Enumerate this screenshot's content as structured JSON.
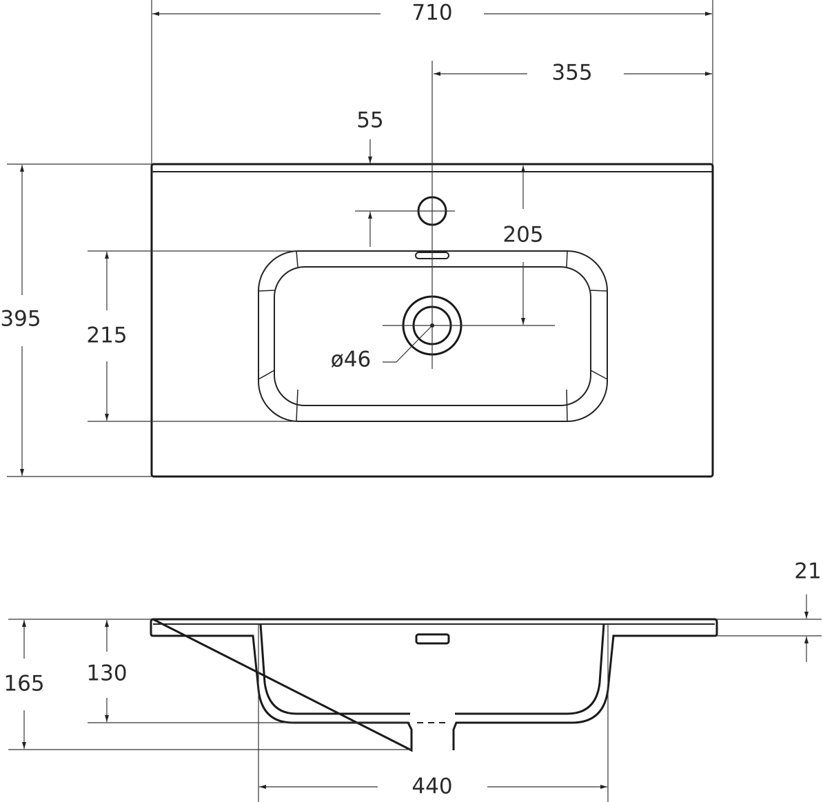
{
  "drawing": {
    "colors": {
      "line": "#1a1a1a",
      "background": "#ffffff"
    },
    "top_view": {
      "width_label": "710",
      "half_width_label": "355",
      "faucet_offset_label": "55",
      "drain_offset_label": "205",
      "depth_label": "395",
      "bowl_length_label": "215",
      "drain_diameter_label": "ø46"
    },
    "side_view": {
      "slab_thickness_label": "21",
      "total_height_label": "165",
      "bowl_depth_label": "130",
      "bowl_width_label": "440"
    }
  }
}
